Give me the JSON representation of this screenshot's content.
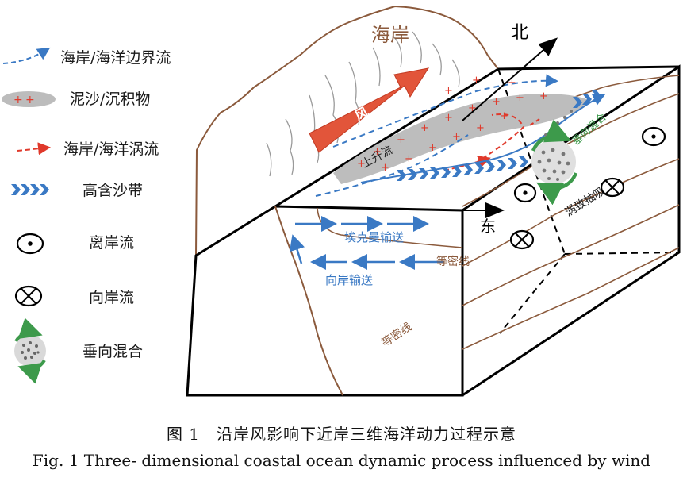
{
  "legend": {
    "boundary_current": "海岸/海洋边界流",
    "sediment": "泥沙/沉积物",
    "eddy": "海岸/海洋涡流",
    "sand_belt": "高含沙带",
    "offshore": "离岸流",
    "onshore": "向岸流",
    "mixing": "垂向混合"
  },
  "diagram": {
    "coast": "海岸",
    "north": "北",
    "east": "东",
    "wind": "风",
    "upwelling": "上升流",
    "vertical_mixing": "垂向混合",
    "eddy_pumping": "涡致抽吸",
    "ekman": "埃克曼输送",
    "onshore_transport": "向岸输送",
    "isopycnal_1": "等密线",
    "isopycnal_2": "等密线"
  },
  "caption": {
    "cn": "图 1　沿岸风影响下近岸三维海洋动力过程示意",
    "en": "Fig. 1   Three- dimensional coastal ocean dynamic process influenced by wind"
  },
  "colors": {
    "coast_brown": "#8b5a3c",
    "blue": "#3a79c4",
    "red": "#e0392b",
    "wind_red": "#e2553a",
    "green": "#3d9a4b",
    "sediment_gray": "#b9b9b9"
  }
}
